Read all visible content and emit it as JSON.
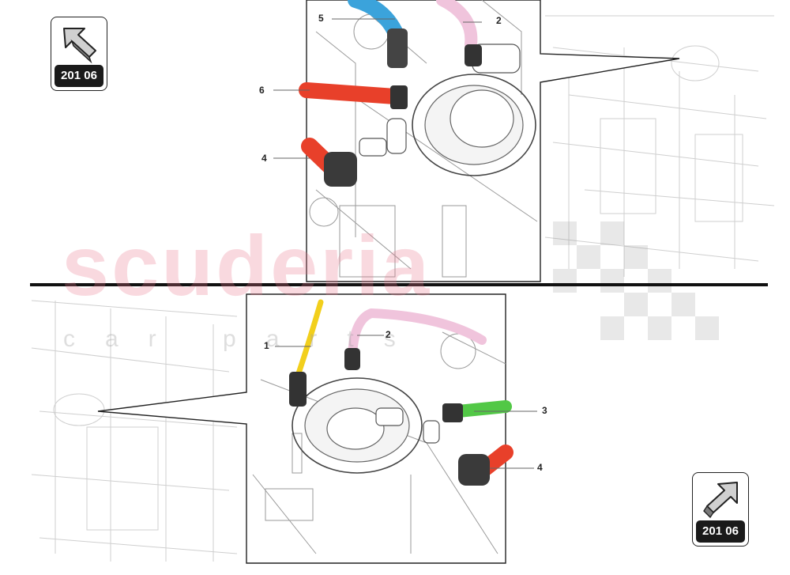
{
  "nav": {
    "back": {
      "ref": "201 06",
      "icon": "arrow-up-left-icon"
    },
    "forward": {
      "ref": "201 06",
      "icon": "arrow-up-right-icon"
    }
  },
  "callouts": {
    "top": [
      "5",
      "2",
      "6",
      "4"
    ],
    "bottom": [
      "1",
      "2",
      "3",
      "4"
    ]
  },
  "watermark": {
    "main": "scuderia",
    "sub": "car parts"
  },
  "colors": {
    "blue_hose": "#3ba3db",
    "pink_hose": "#f0c4dc",
    "red_hose": "#e8402a",
    "yellow_hose": "#f2cf1c",
    "green_hose": "#52c846",
    "connector": "#333333",
    "divider": "#111111"
  }
}
